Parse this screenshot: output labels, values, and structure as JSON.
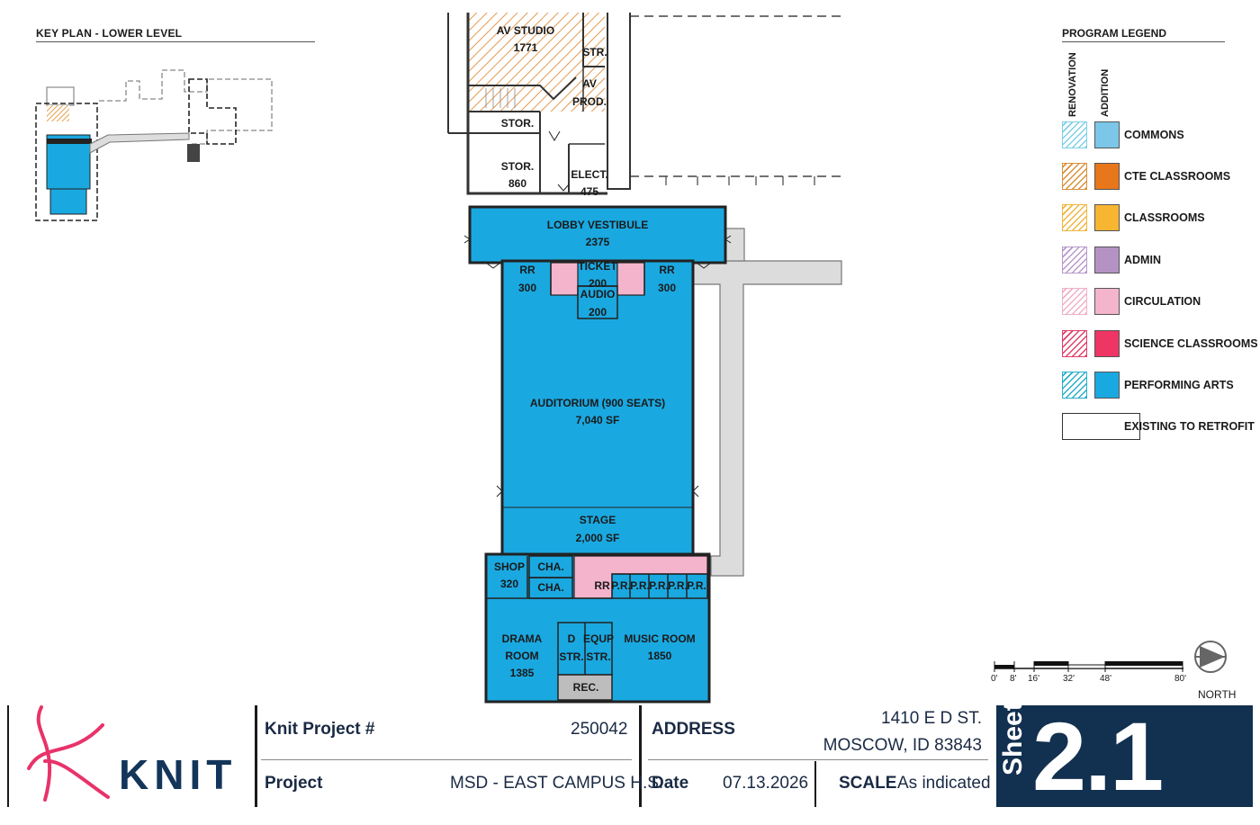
{
  "key_plan": {
    "title": "KEY PLAN - LOWER LEVEL"
  },
  "legend": {
    "title": "PROGRAM LEGEND",
    "col_renovation": "RENOVATION",
    "col_addition": "ADDITION",
    "items": [
      {
        "label": "COMMONS",
        "hatch": "#7fd0e6",
        "solid": "#7cc6ea"
      },
      {
        "label": "CTE CLASSROOMS",
        "hatch": "#d9903a",
        "solid": "#e8761a"
      },
      {
        "label": "CLASSROOMS",
        "hatch": "#f0b640",
        "solid": "#f7b532"
      },
      {
        "label": "ADMIN",
        "hatch": "#b79acb",
        "solid": "#b493c4"
      },
      {
        "label": "CIRCULATION",
        "hatch": "#f0b0c8",
        "solid": "#f4b4cc"
      },
      {
        "label": "SCIENCE CLASSROOMS",
        "hatch": "#e0406a",
        "solid": "#ee3563"
      },
      {
        "label": "PERFORMING ARTS",
        "hatch": "#2aaecb",
        "solid": "#1aa8e0"
      },
      {
        "label": "EXISTING TO RETROFIT"
      }
    ]
  },
  "rooms": {
    "av_studio": "AV STUDIO",
    "av_studio_area": "1771",
    "str": "STR.",
    "av_prod_1": "AV",
    "av_prod_2": "PROD.",
    "stor1": "STOR.",
    "stor2": "STOR.",
    "stor2_area": "860",
    "elect": "ELECT.",
    "elect_area": "475",
    "lobby": "LOBBY VESTIBULE",
    "lobby_area": "2375",
    "rr_left": "RR",
    "rr_left_area": "300",
    "rr_right": "RR",
    "rr_right_area": "300",
    "ticket": "TICKET",
    "ticket_area": "200",
    "audio": "AUDIO",
    "audio_area": "200",
    "auditorium": "AUDITORIUM (900 SEATS)",
    "auditorium_area": "7,040 SF",
    "stage": "STAGE",
    "stage_area": "2,000 SF",
    "shop": "SHOP",
    "shop_area": "320",
    "cha1": "CHA.",
    "cha2": "CHA.",
    "rr_small": "RR",
    "pr": "P.R.",
    "drama_1": "DRAMA",
    "drama_2": "ROOM",
    "drama_area": "1385",
    "dstr_1": "D",
    "dstr_2": "STR.",
    "equp_1": "EQUP",
    "equp_2": "STR.",
    "music": "MUSIC ROOM",
    "music_area": "1850",
    "rec": "REC."
  },
  "scale_bar": {
    "ticks": [
      "0'",
      "8'",
      "16'",
      "32'",
      "48'",
      "80'"
    ],
    "north": "NORTH"
  },
  "title_block": {
    "logo": "KNIT",
    "project_num_label": "Knit Project #",
    "project_num": "250042",
    "project_label": "Project",
    "project": "MSD - EAST CAMPUS H.S.",
    "address_label": "ADDRESS",
    "address_1": "1410 E D ST.",
    "address_2": "MOSCOW, ID 83843",
    "date_label": "Date",
    "date": "07.13.2026",
    "scale_label": "SCALE",
    "scale": "As indicated",
    "sheet_word": "Sheet",
    "sheet_num": "2.1"
  },
  "colors": {
    "performing_arts": "#1aa8e0",
    "circulation": "#f4b4cc",
    "av_hatch": "#e39a52",
    "existing": "#d9d9d9",
    "brand_navy": "#13355a",
    "brand_pink": "#e8336a"
  }
}
